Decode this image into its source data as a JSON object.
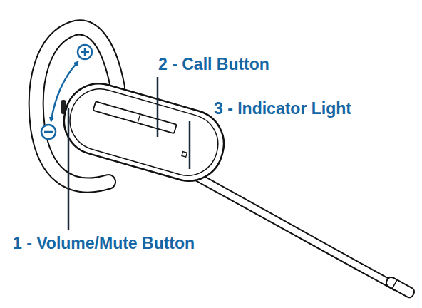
{
  "diagram": {
    "labels": [
      "2 - Call Button",
      "3 - Indicator Light",
      "1 - Volume/Mute Button"
    ]
  }
}
